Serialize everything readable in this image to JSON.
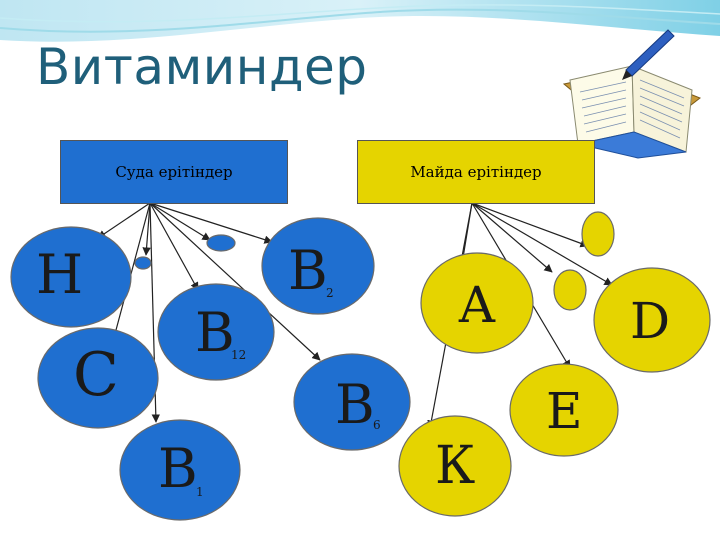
{
  "title": "Витаминдер",
  "groups": {
    "water_soluble": "Суда ерітіндер",
    "fat_soluble": "Майда ерітіндер"
  },
  "vitamins": {
    "h": {
      "letter": "H",
      "sub": ""
    },
    "c": {
      "letter": "С",
      "sub": ""
    },
    "b1": {
      "letter": "B",
      "sub": "1"
    },
    "b12": {
      "letter": "B",
      "sub": "12"
    },
    "b2": {
      "letter": "B",
      "sub": "2"
    },
    "b6": {
      "letter": "B",
      "sub": "6"
    },
    "a": {
      "letter": "А",
      "sub": ""
    },
    "d": {
      "letter": "D",
      "sub": ""
    },
    "e": {
      "letter": "E",
      "sub": ""
    },
    "k": {
      "letter": "К",
      "sub": ""
    }
  },
  "colors": {
    "title": "#1f5f7a",
    "water": "#1f6fd0",
    "fat": "#e5d400",
    "outline": "#6a6a6a",
    "arrow": "#222222"
  },
  "icons": {
    "notebook": "book-with-pen-icon"
  }
}
